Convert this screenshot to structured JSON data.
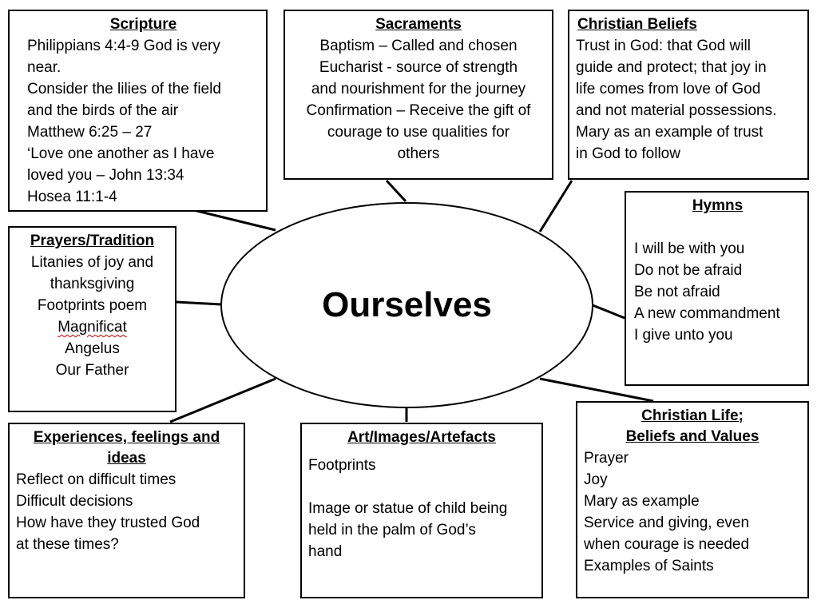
{
  "center": {
    "label": "Ourselves"
  },
  "boxes": {
    "scripture": {
      "title": "Scripture",
      "lines": [
        "Philippians 4:4-9  God is very",
        "near.",
        "Consider the lilies of the field",
        "and the birds of the air",
        "Matthew 6:25 – 27",
        "‘Love one another as I have",
        "loved you – John 13:34",
        "Hosea  11:1-4"
      ]
    },
    "sacraments": {
      "title": "Sacraments",
      "lines": [
        "Baptism – Called and chosen",
        "Eucharist -  source of strength",
        "and nourishment for the journey",
        "Confirmation – Receive the gift of",
        "courage to use qualities for",
        "others"
      ]
    },
    "christian_beliefs": {
      "title": "Christian Beliefs",
      "lines": [
        "Trust in God: that God will",
        "guide and protect; that joy in",
        "life comes from love of God",
        "and not material possessions.",
        "Mary as an example of trust",
        "in God to follow"
      ]
    },
    "hymns": {
      "title": "Hymns",
      "lines": [
        "I will be with you",
        "Do not be afraid",
        "Be not afraid",
        "A new commandment",
        "I give unto you"
      ]
    },
    "prayers_tradition": {
      "title": "Prayers/Tradition",
      "lines": [
        "Litanies of joy and",
        "thanksgiving",
        "Footprints poem",
        "Magnificat",
        "Angelus",
        "Our Father"
      ]
    },
    "experiences": {
      "title_line1": "Experiences, feelings and",
      "title_line2": "ideas",
      "lines": [
        "Reflect on difficult times",
        "Difficult decisions",
        "How have they trusted God",
        "at these times?"
      ]
    },
    "art": {
      "title": "Art/Images/Artefacts",
      "lines": [
        "Footprints",
        "Image or statue of child being",
        "held in the palm of God’s",
        "hand"
      ]
    },
    "christian_life": {
      "title_line1": "Christian Life;",
      "title_line2": "Beliefs and Values",
      "lines": [
        "Prayer",
        "Joy",
        "Mary as example",
        "Service and giving, even",
        "when courage is needed",
        "Examples of Saints"
      ]
    }
  }
}
